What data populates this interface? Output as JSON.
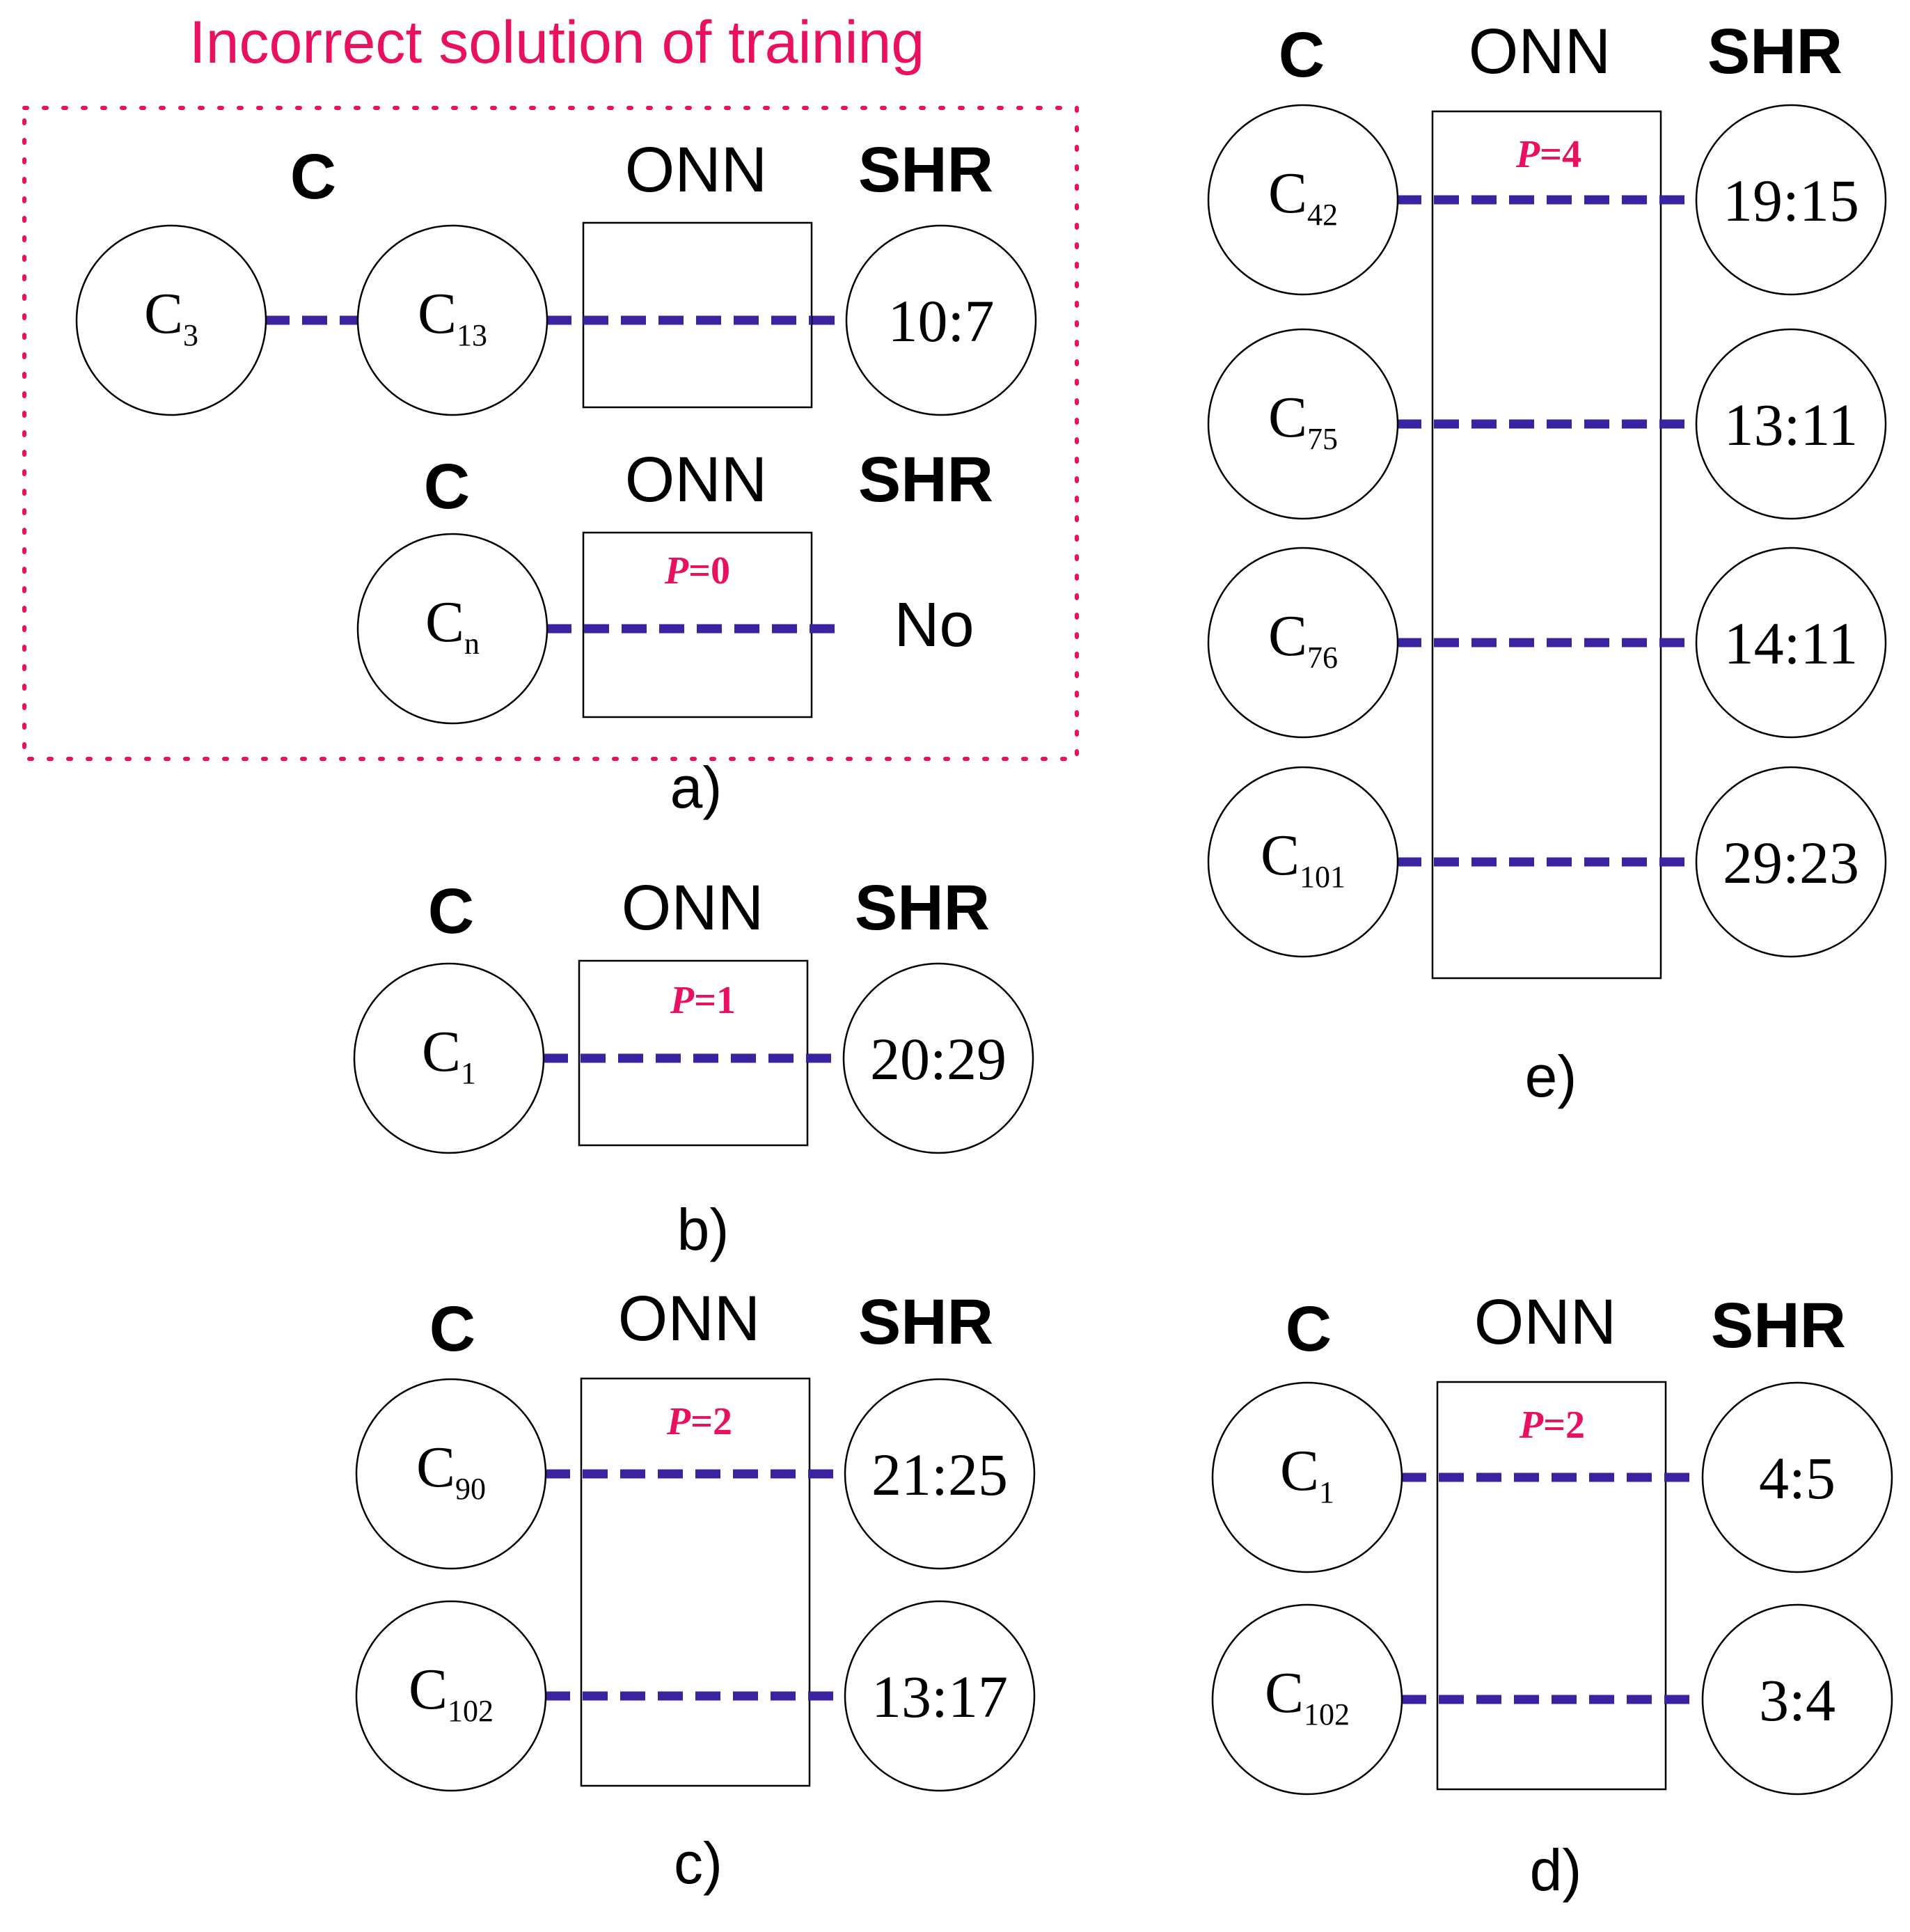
{
  "title": "Incorrect solution of training",
  "header_c": "C",
  "header_onn": "ONN",
  "header_shr": "SHR",
  "p_symbol": "P",
  "panels": {
    "a": {
      "caption": "a)",
      "row1": {
        "prev": {
          "base": "C",
          "sub": "3"
        },
        "c": {
          "base": "C",
          "sub": "13"
        },
        "shr": "10:7"
      },
      "row2": {
        "c": {
          "base": "C",
          "sub": "n"
        },
        "p": "=0",
        "shr": "No"
      }
    },
    "b": {
      "caption": "b)",
      "p": "=1",
      "rows": [
        {
          "c": {
            "base": "C",
            "sub": "1"
          },
          "shr": "20:29"
        }
      ]
    },
    "c": {
      "caption": "c)",
      "p": "=2",
      "rows": [
        {
          "c": {
            "base": "C",
            "sub": "90"
          },
          "shr": "21:25"
        },
        {
          "c": {
            "base": "C",
            "sub": "102"
          },
          "shr": "13:17"
        }
      ]
    },
    "d": {
      "caption": "d)",
      "p": "=2",
      "rows": [
        {
          "c": {
            "base": "C",
            "sub": "1"
          },
          "shr": "4:5"
        },
        {
          "c": {
            "base": "C",
            "sub": "102"
          },
          "shr": "3:4"
        }
      ]
    },
    "e": {
      "caption": "e)",
      "p": "=4",
      "rows": [
        {
          "c": {
            "base": "C",
            "sub": "42"
          },
          "shr": "19:15"
        },
        {
          "c": {
            "base": "C",
            "sub": "75"
          },
          "shr": "13:11"
        },
        {
          "c": {
            "base": "C",
            "sub": "76"
          },
          "shr": "14:11"
        },
        {
          "c": {
            "base": "C",
            "sub": "101"
          },
          "shr": "29:23"
        }
      ]
    }
  }
}
